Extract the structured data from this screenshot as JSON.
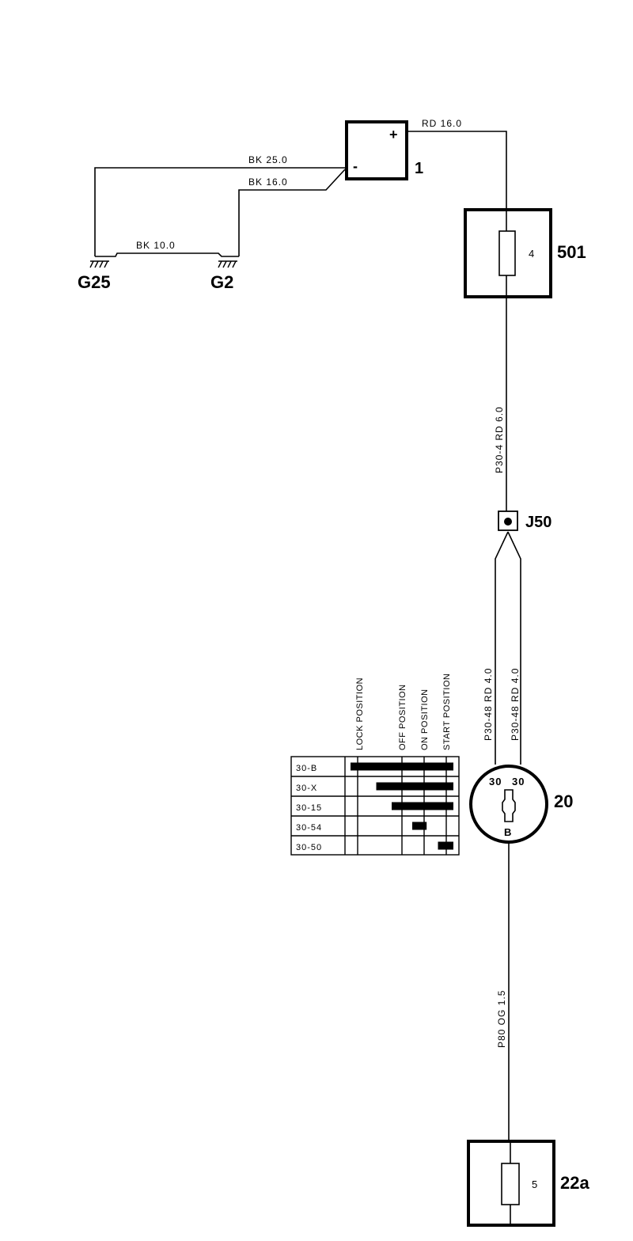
{
  "components": {
    "battery": {
      "id": "1",
      "plus": "+",
      "minus": "-"
    },
    "fuse_box_501": {
      "id": "501",
      "fuse": "4"
    },
    "junction": {
      "id": "J50"
    },
    "ignition_switch": {
      "id": "20",
      "pin_left": "30",
      "pin_right": "30",
      "pin_bottom": "B"
    },
    "fuse_box_22a": {
      "id": "22a",
      "fuse": "5"
    },
    "grounds": [
      {
        "id": "G25"
      },
      {
        "id": "G2"
      }
    ]
  },
  "wires": {
    "battery_plus": "RD  16.0",
    "battery_minus_g25": "BK  25.0",
    "battery_minus_g2": "BK  16.0",
    "ground_link": "BK  10.0",
    "fuse_to_j50": "P30-4   RD 6.0",
    "j50_left": "P30-48    RD  4.0",
    "j50_right": "P30-48    RD  4.0",
    "switch_to_22a": "P80  OG 1.5"
  },
  "switch_table": {
    "positions": [
      "LOCK POSITION",
      "OFF POSITION",
      "ON POSITION",
      "START POSITION"
    ],
    "rows": [
      {
        "label": "30-B",
        "bar_start": 0.0,
        "bar_end": 1.0
      },
      {
        "label": "30-X",
        "bar_start": 0.25,
        "bar_end": 1.0
      },
      {
        "label": "30-15",
        "bar_start": 0.4,
        "bar_end": 1.0
      },
      {
        "label": "30-54",
        "bar_start": 0.6,
        "bar_end": 0.74
      },
      {
        "label": "30-50",
        "bar_start": 0.85,
        "bar_end": 1.0
      }
    ]
  }
}
